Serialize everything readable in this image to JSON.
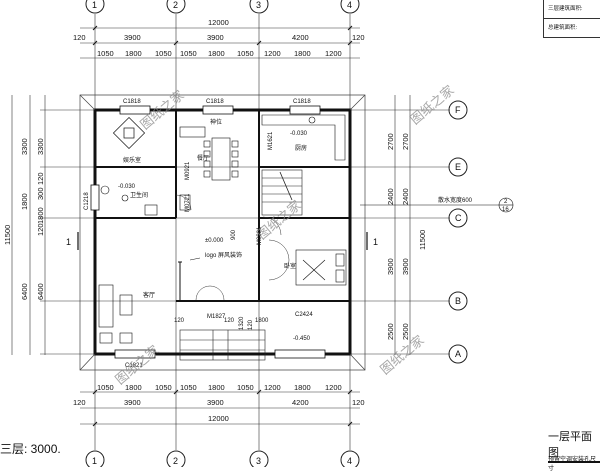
{
  "drawing": {
    "total_width": "12000",
    "total_depth": "11500",
    "floor_title": "一层平面图",
    "area_note": "三层: 3000.",
    "title_box": [
      "三层建筑面积:",
      "总建筑面积:"
    ],
    "sub_note": "预留空调安装孔尺寸",
    "section_mark": "1",
    "dims_top_row": [
      "3900",
      "3900",
      "4200"
    ],
    "dims_top_fine": [
      "1050",
      "1800",
      "1050",
      "1050",
      "1800",
      "1050",
      "1200",
      "1800",
      "1200"
    ],
    "edge_dims": [
      "120",
      "120",
      "120",
      "120"
    ],
    "dims_left_row": [
      "3300",
      "1800",
      "6400"
    ],
    "dims_left_fine": [
      "3300",
      "120",
      "300",
      "1800",
      "120",
      "6400"
    ],
    "dims_right_row": [
      "2700",
      "2400",
      "3900",
      "2500"
    ],
    "dims_right_fine": [
      "2700",
      "2400",
      "3900",
      "2500"
    ]
  },
  "grid": {
    "columns": [
      "1",
      "2",
      "3",
      "4"
    ],
    "rows": [
      "F",
      "E",
      "C",
      "B",
      "A"
    ]
  },
  "rooms": {
    "leisure": "娱乐室",
    "dining": "餐厅",
    "kitchen": "厨房",
    "bath": "卫生间",
    "living": "客厅",
    "bedroom": "卧室",
    "shrine": "神位",
    "logo_wall": "logo 屏风装饰"
  },
  "labels": {
    "windows": [
      "C1818",
      "C1818",
      "C1818",
      "C1218",
      "C2424",
      "C1821"
    ],
    "doors": [
      "M1621",
      "M0721",
      "M0921",
      "M0921",
      "M1827"
    ],
    "elevations": [
      "-0.030",
      "-0.030",
      "±0.000",
      "-0.450"
    ],
    "small_dims": [
      "900",
      "1320",
      "120",
      "1800",
      "120",
      "120"
    ],
    "drain_width": "散水宽度600",
    "section_ref_top": "2",
    "section_ref_bottom": "16"
  },
  "watermark": "图纸之家"
}
